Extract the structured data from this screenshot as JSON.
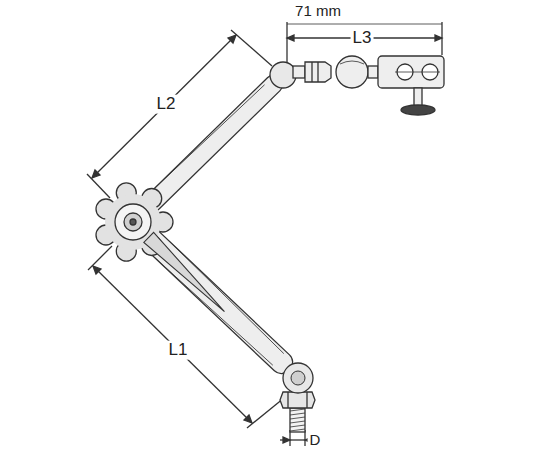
{
  "diagram": {
    "labels": [
      "71 mm",
      "L3",
      "L2",
      "L1",
      "D"
    ]
  }
}
